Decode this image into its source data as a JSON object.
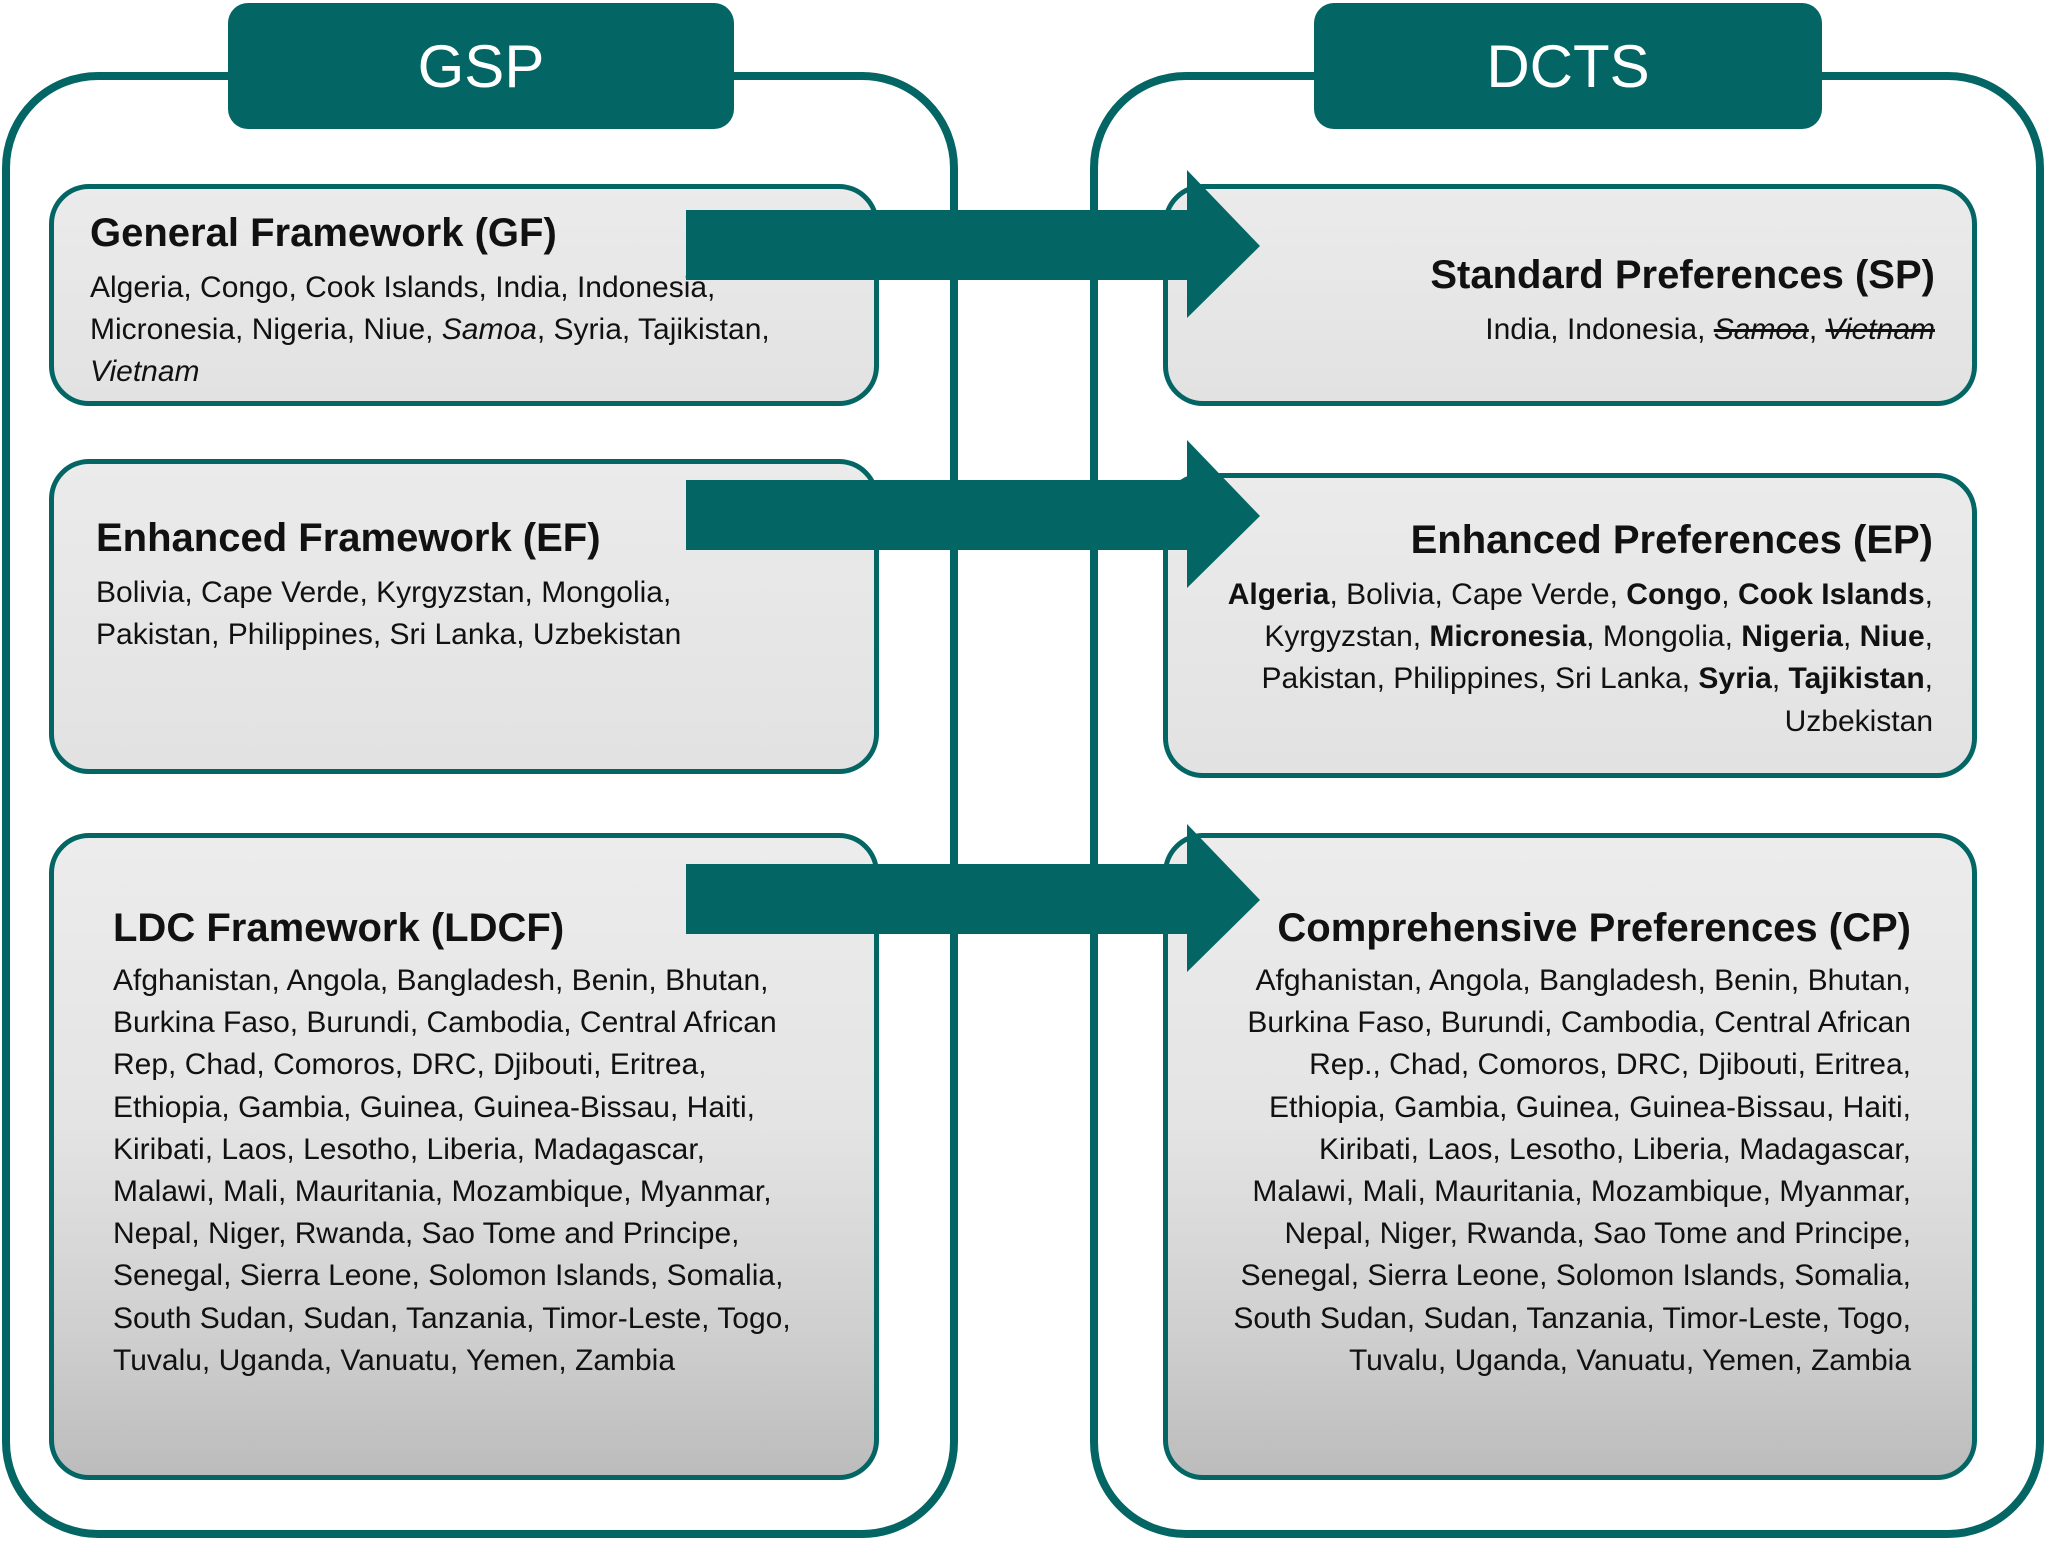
{
  "gsp": {
    "header": "GSP",
    "gf": {
      "title": "General Framework (GF)",
      "countries": [
        {
          "t": "Algeria, Congo, Cook Islands, India, Indonesia, Micronesia, Nigeria, Niue, "
        },
        {
          "t": "Samoa",
          "s": "i"
        },
        {
          "t": ", Syria, Tajikistan, "
        },
        {
          "t": "Vietnam",
          "s": "i"
        }
      ]
    },
    "ef": {
      "title": "Enhanced Framework (EF)",
      "countries": [
        {
          "t": "Bolivia, Cape Verde, Kyrgyzstan, Mongolia, Pakistan, Philippines, Sri Lanka, Uzbekistan"
        }
      ]
    },
    "ldcf": {
      "title": "LDC Framework (LDCF)",
      "countries": [
        {
          "t": "Afghanistan, Angola, Bangladesh, Benin, Bhutan, Burkina Faso, Burundi, Cambodia, Central African Rep, Chad, Comoros, DRC, Djibouti, Eritrea, Ethiopia, Gambia, Guinea, Guinea-Bissau, Haiti, Kiribati, Laos, Lesotho, Liberia, Madagascar, Malawi, Mali, Mauritania, Mozambique, Myanmar, Nepal, Niger, Rwanda, Sao Tome and Principe, Senegal, Sierra Leone, Solomon Islands, Somalia, South Sudan, Sudan, Tanzania, Timor-Leste, Togo, Tuvalu, Uganda, Vanuatu, Yemen, Zambia"
        }
      ]
    }
  },
  "dcts": {
    "header": "DCTS",
    "sp": {
      "title": "Standard Preferences (SP)",
      "countries": [
        {
          "t": "India, Indonesia, "
        },
        {
          "t": "Samoa",
          "s": "x"
        },
        {
          "t": ", "
        },
        {
          "t": "Vietnam",
          "s": "x"
        }
      ]
    },
    "ep": {
      "title": "Enhanced Preferences (EP)",
      "countries": [
        {
          "t": "Algeria",
          "s": "b"
        },
        {
          "t": ", Bolivia, Cape Verde, "
        },
        {
          "t": "Congo",
          "s": "b"
        },
        {
          "t": ", "
        },
        {
          "t": "Cook Islands",
          "s": "b"
        },
        {
          "t": ", Kyrgyzstan, "
        },
        {
          "t": "Micronesia",
          "s": "b"
        },
        {
          "t": ", Mongolia, "
        },
        {
          "t": "Nigeria",
          "s": "b"
        },
        {
          "t": ", "
        },
        {
          "t": "Niue",
          "s": "b"
        },
        {
          "t": ", Pakistan, Philippines, Sri Lanka, "
        },
        {
          "t": "Syria",
          "s": "b"
        },
        {
          "t": ", "
        },
        {
          "t": "Tajikistan",
          "s": "b"
        },
        {
          "t": ", Uzbekistan"
        }
      ]
    },
    "cp": {
      "title": "Comprehensive Preferences (CP)",
      "countries": [
        {
          "t": "Afghanistan, Angola, Bangladesh, Benin, Bhutan, Burkina Faso, Burundi, Cambodia, Central African Rep., Chad, Comoros, DRC, Djibouti, Eritrea, Ethiopia, Gambia, Guinea, Guinea-Bissau, Haiti, Kiribati, Laos, Lesotho, Liberia, Madagascar, Malawi, Mali, Mauritania, Mozambique, Myanmar, Nepal, Niger, Rwanda, Sao Tome and Principe, Senegal, Sierra Leone, Solomon Islands, Somalia, South Sudan, Sudan, Tanzania, Timor-Leste, Togo, Tuvalu, Uganda, Vanuatu, Yemen, Zambia"
        }
      ]
    }
  },
  "colors": {
    "accent": "#036664",
    "box_fill": "#e6e6e6",
    "box_fill_dark": "#bcbcbc"
  }
}
